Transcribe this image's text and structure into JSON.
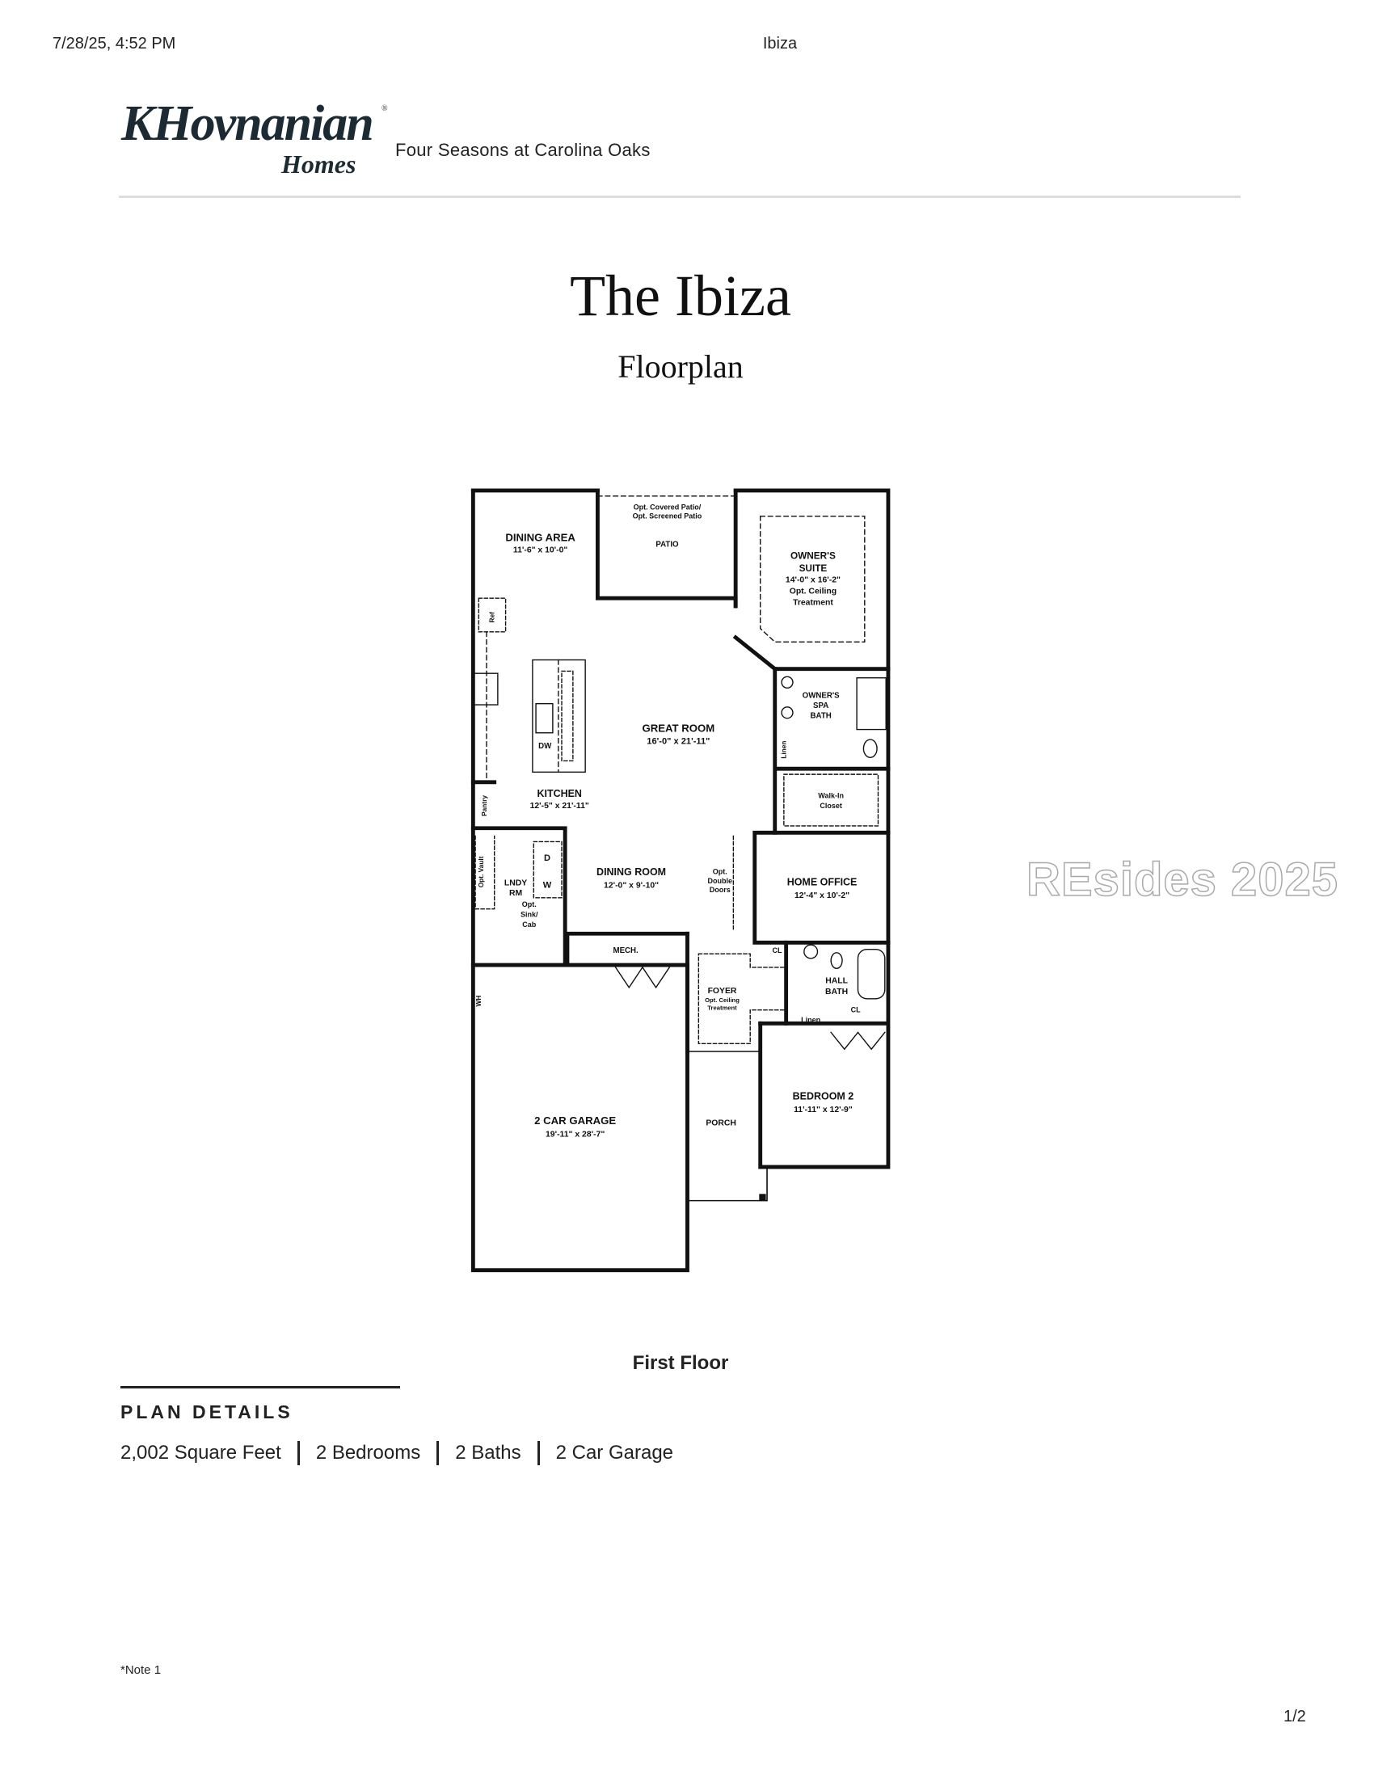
{
  "print_header": {
    "datetime": "7/28/25, 4:52 PM",
    "title": "Ibiza"
  },
  "brand": {
    "logo_main": "KHovnanian",
    "logo_sub": "Homes",
    "logo_reg": "®",
    "community": "Four Seasons at Carolina Oaks"
  },
  "plan": {
    "title": "The Ibiza",
    "subtitle": "Floorplan",
    "floor_label": "First Floor"
  },
  "rooms": {
    "patio_opt_1": "Opt. Covered Patio/",
    "patio_opt_2": "Opt. Screened Patio",
    "patio": "PATIO",
    "dining_area": "DINING AREA",
    "dining_area_dim": "11'-6\" x 10'-0\"",
    "owners_suite_1": "OWNER'S",
    "owners_suite_2": "SUITE",
    "owners_suite_dim": "14'-0\" x 16'-2\"",
    "owners_suite_opt_1": "Opt. Ceiling",
    "owners_suite_opt_2": "Treatment",
    "ref": "Ref",
    "dw": "DW",
    "great_room": "GREAT ROOM",
    "great_room_dim": "16'-0\" x 21'-11\"",
    "spa_bath_1": "OWNER'S",
    "spa_bath_2": "SPA",
    "spa_bath_3": "BATH",
    "linen": "Linen",
    "walkin_1": "Walk-In",
    "walkin_2": "Closet",
    "kitchen": "KITCHEN",
    "kitchen_dim": "12'-5\" x 21'-11\"",
    "pantry": "Pantry",
    "opt_vault": "Opt. Vault",
    "lndy_1": "LNDY",
    "lndy_2": "RM",
    "dryer": "D",
    "washer": "W",
    "opt_sink_1": "Opt.",
    "opt_sink_2": "Sink/",
    "opt_sink_3": "Cab",
    "dining_room": "DINING ROOM",
    "dining_room_dim": "12'-0\" x 9'-10\"",
    "opt_doors_1": "Opt.",
    "opt_doors_2": "Double",
    "opt_doors_3": "Doors",
    "home_office": "HOME OFFICE",
    "home_office_dim": "12'-4\" x 10'-2\"",
    "mech": "MECH.",
    "wh": "WH",
    "foyer": "FOYER",
    "foyer_opt_1": "Opt. Ceiling",
    "foyer_opt_2": "Treatment",
    "cl_1": "CL",
    "cl_2": "CL",
    "hall_bath_1": "HALL",
    "hall_bath_2": "BATH",
    "linen_2": "Linen",
    "garage": "2 CAR GARAGE",
    "garage_dim": "19'-11\" x 28'-7\"",
    "porch": "PORCH",
    "bedroom2": "BEDROOM 2",
    "bedroom2_dim": "11'-11\" x 12'-9\""
  },
  "details": {
    "heading": "PLAN DETAILS",
    "items": [
      "2,002 Square Feet",
      "2 Bedrooms",
      "2 Baths",
      "2 Car Garage"
    ]
  },
  "note": "*Note 1",
  "page": "1/2",
  "watermark": "REsides 2025"
}
